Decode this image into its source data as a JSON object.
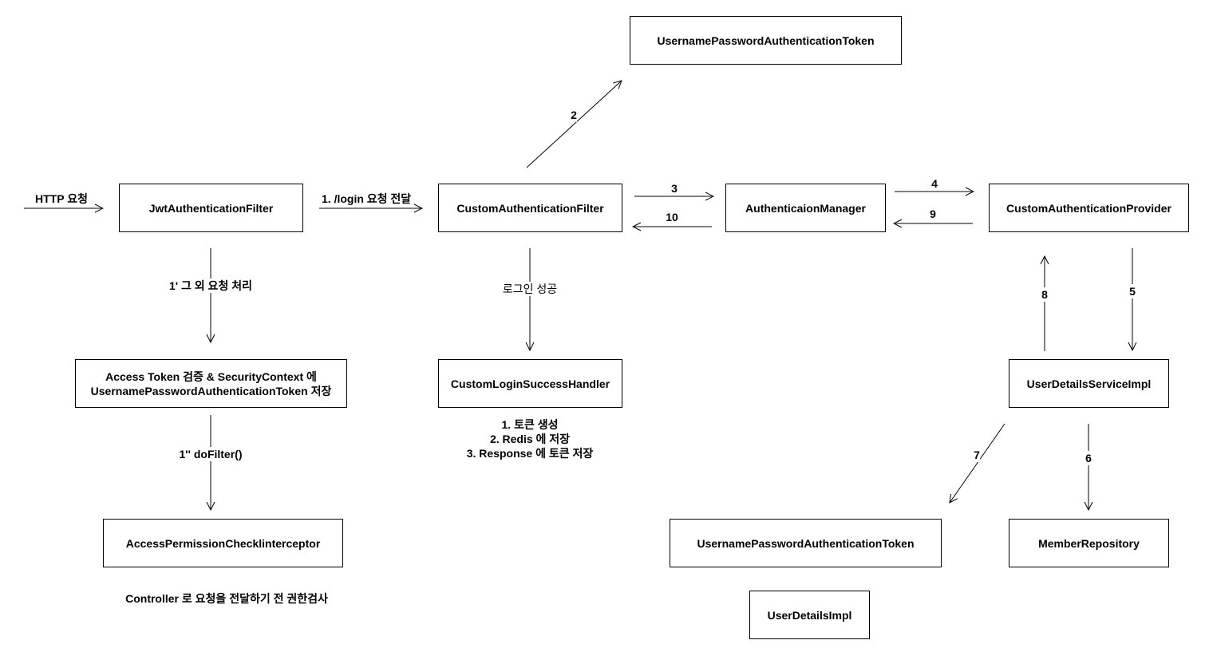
{
  "boxes": {
    "token_top": "UsernamePasswordAuthenticationToken",
    "jwt_filter": "JwtAuthenticationFilter",
    "custom_filter": "CustomAuthenticationFilter",
    "auth_manager": "AuthenticaionManager",
    "auth_provider": "CustomAuthenticationProvider",
    "access_token_line1": "Access Token 검증 &  SecurityContext 에",
    "access_token_line2": "UsernamePasswordAuthenticationToken 저장",
    "success_handler": "CustomLoginSuccessHandler",
    "user_details_service": "UserDetailsServiceImpl",
    "permission_interceptor": "AccessPermissionChecklinterceptor",
    "token_bottom": "UsernamePasswordAuthenticationToken",
    "member_repo": "MemberRepository",
    "user_details_impl": "UserDetailsImpl"
  },
  "labels": {
    "http_request": "HTTP 요청",
    "login_forward": "1. /login 요청 전달",
    "step2": "2",
    "step3": "3",
    "step10": "10",
    "step4": "4",
    "step9": "9",
    "other_requests": "1' 그 외 요청 처리",
    "login_success": "로그인 성공",
    "step8": "8",
    "step5": "5",
    "do_filter": "1'' doFilter()",
    "step7": "7",
    "step6": "6",
    "handler_steps": [
      "1. 토큰 생성",
      "2. Redis 에 저장",
      "3. Response 에 토큰 저장"
    ],
    "controller_note": "Controller 로 요청을 전달하기 전 권한검사"
  },
  "colors": {
    "line": "#000000",
    "box_border": "#000000",
    "background": "#ffffff"
  }
}
